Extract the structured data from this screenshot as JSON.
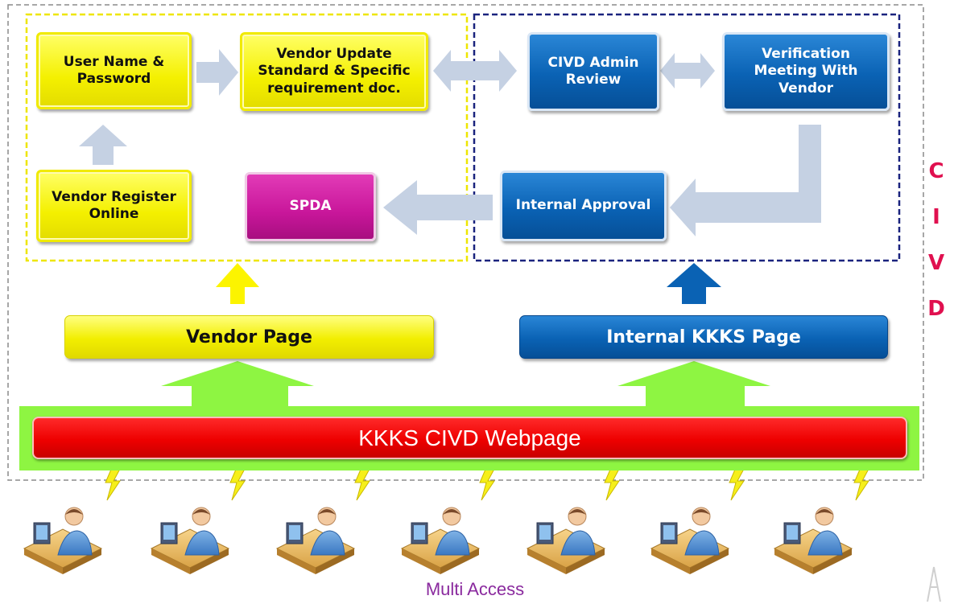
{
  "boxes": {
    "username_password": "User Name &\nPassword",
    "vendor_update": "Vendor Update\nStandard & Specific\nrequirement doc.",
    "civd_admin_review": "CIVD Admin\nReview",
    "verification_meeting": "Verification\nMeeting With\nVendor",
    "vendor_register": "Vendor Register\nOnline",
    "spda": "SPDA",
    "internal_approval": "Internal Approval"
  },
  "pages": {
    "vendor_page": "Vendor Page",
    "internal_page": "Internal KKKS Page"
  },
  "webpage_bar": "KKKS CIVD Webpage",
  "side_label": [
    "C",
    "I",
    "V",
    "D"
  ],
  "caption": "Multi Access",
  "user_icon": "computer-user-icon",
  "colors": {
    "vendor_yellow": "#f4f000",
    "kkks_blue": "#0a62b4",
    "spda_magenta": "#c8169a",
    "webpage_red": "#ee0000",
    "band_green": "#8ef542",
    "arrow_gray_blue": "#c5d1e3",
    "civd_label": "#e0104f",
    "caption_purple": "#8a2a9e"
  }
}
